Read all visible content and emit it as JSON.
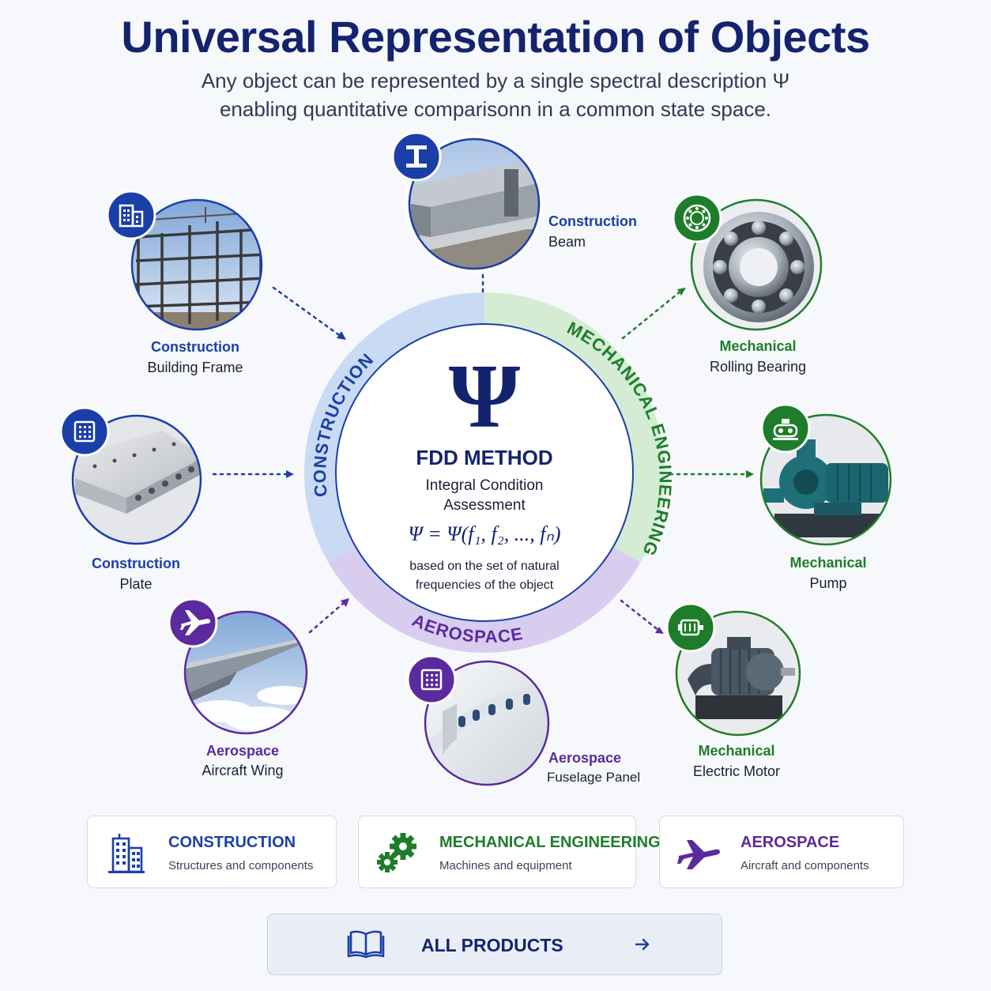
{
  "header": {
    "title": "Universal Representation of Objects",
    "subtitle_line1": "Any object can be represented by a single spectral description Ψ",
    "subtitle_line2": "enabling quantitative comparisonn in a common state space."
  },
  "center": {
    "symbol": "Ψ",
    "method": "FDD METHOD",
    "desc_line1": "Integral Condition",
    "desc_line2": "Assessment",
    "formula": "Ψ = Ψ(f₁, f₂, ..., fₙ)",
    "note_line1": "based on the set of natural",
    "note_line2": "frequencies of the object"
  },
  "ring": {
    "construction_label": "CONSTRUCTION",
    "mechanical_label": "MECHANICAL ENGINEERING",
    "aerospace_label": "AEROSPACE"
  },
  "colors": {
    "construction": "#1b3fa8",
    "mechanical": "#1e7d2a",
    "aerospace": "#5b2a9e",
    "title": "#14236e"
  },
  "objects": [
    {
      "category": "Construction",
      "name": "Beam",
      "icon": "i-beam-icon"
    },
    {
      "category": "Mechanical",
      "name": "Rolling Bearing",
      "icon": "bearing-icon"
    },
    {
      "category": "Mechanical",
      "name": "Pump",
      "icon": "pump-icon"
    },
    {
      "category": "Mechanical",
      "name": "Electric Motor",
      "icon": "motor-icon"
    },
    {
      "category": "Aerospace",
      "name": "Fuselage Panel",
      "icon": "panel-grid-icon"
    },
    {
      "category": "Aerospace",
      "name": "Aircraft Wing",
      "icon": "airplane-icon"
    },
    {
      "category": "Construction",
      "name": "Plate",
      "icon": "plate-grid-icon"
    },
    {
      "category": "Construction",
      "name": "Building Frame",
      "icon": "building-icon"
    }
  ],
  "cards": [
    {
      "title": "CONSTRUCTION",
      "subtitle": "Structures and components",
      "icon": "building-icon"
    },
    {
      "title": "MECHANICAL ENGINEERING",
      "subtitle": "Machines and equipment",
      "icon": "gears-icon"
    },
    {
      "title": "AEROSPACE",
      "subtitle": "Aircraft and components",
      "icon": "airplane-icon"
    }
  ],
  "footer": {
    "all_products": "ALL PRODUCTS",
    "book_icon": "book-icon",
    "arrow_icon": "arrow-right-icon"
  }
}
